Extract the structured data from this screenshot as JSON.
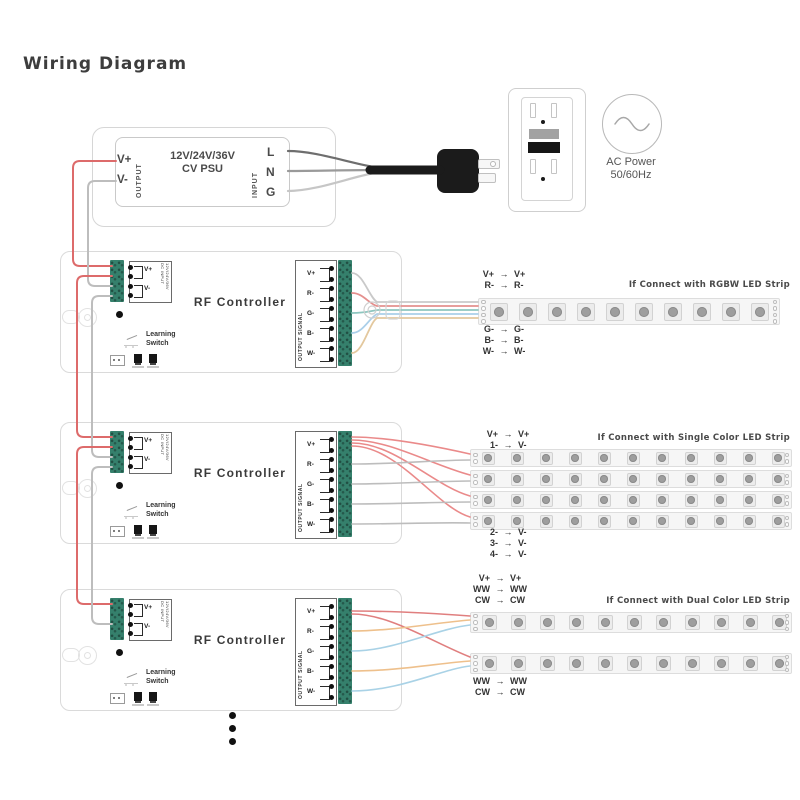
{
  "title": "Wiring Diagram",
  "ui": {
    "arrow": "→"
  },
  "colors": {
    "wire_red": "#dd6b6b",
    "wire_gray": "#bdbdbd",
    "wire_dark_gray": "#6e6e6e",
    "wire_pink": "#e4908e",
    "wire_teal": "#8ec6bf",
    "wire_blue": "#aacfe9",
    "wire_tan": "#e3c89e",
    "wire_orange": "#eec08c",
    "terminal_green": "#35806c",
    "plug_black": "#1b1b1b"
  },
  "psu": {
    "output_label": "OUTPUT",
    "input_label": "INPUT",
    "line1": "12V/24V/36V",
    "line2": "CV PSU",
    "output_terminals": [
      "V+",
      "V-"
    ],
    "input_terminals": [
      "L",
      "N",
      "G"
    ]
  },
  "ac_power": {
    "line1": "AC Power",
    "line2": "50/60Hz"
  },
  "controller": {
    "title": "RF Controller",
    "dc_input": {
      "label": "DC INPUT",
      "rating": "12V/24V/36V",
      "terminals": [
        "V+",
        "V-"
      ]
    },
    "learning_switch": {
      "line1": "Learning",
      "line2": "Switch"
    },
    "output_signal": {
      "label": "OUTPUT SIGNAL",
      "terminals": [
        "V+",
        "R-",
        "G-",
        "B-",
        "W-"
      ]
    }
  },
  "sections": [
    {
      "note": "If Connect with RGBW LED Strip",
      "map_top": [
        {
          "from": "V+",
          "to": "V+"
        },
        {
          "from": "R-",
          "to": "R-"
        }
      ],
      "map_bottom": [
        {
          "from": "G-",
          "to": "G-"
        },
        {
          "from": "B-",
          "to": "B-"
        },
        {
          "from": "W-",
          "to": "W-"
        }
      ]
    },
    {
      "note": "If Connect with Single Color LED Strip",
      "map_top": [
        {
          "from": "V+",
          "to": "V+"
        },
        {
          "from": "1-",
          "to": "V-"
        }
      ],
      "map_bottom": [
        {
          "from": "2-",
          "to": "V-"
        },
        {
          "from": "3-",
          "to": "V-"
        },
        {
          "from": "4-",
          "to": "V-"
        }
      ]
    },
    {
      "note": "If Connect with Dual Color LED Strip",
      "map_top": [
        {
          "from": "V+",
          "to": "V+"
        },
        {
          "from": "WW",
          "to": "WW"
        },
        {
          "from": "CW",
          "to": "CW"
        }
      ],
      "map_bottom": [
        {
          "from": "WW",
          "to": "WW"
        },
        {
          "from": "CW",
          "to": "CW"
        }
      ]
    }
  ]
}
